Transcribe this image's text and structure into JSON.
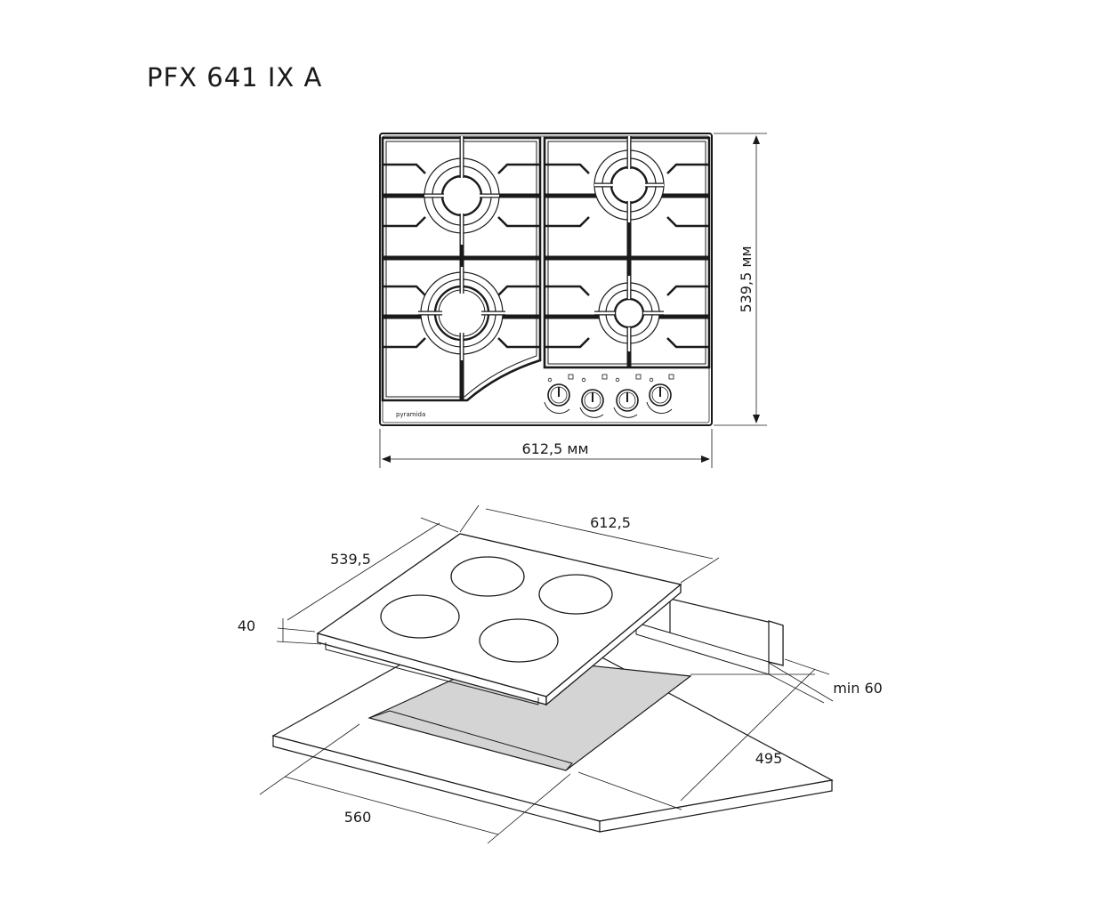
{
  "title": "PFX 641 IX A",
  "top_view": {
    "width_label": "612,5 мм",
    "height_label": "539,5 мм",
    "brand": "pyramida"
  },
  "iso_view": {
    "width_label": "612,5",
    "depth_label": "539,5",
    "height_label": "40",
    "min_gap_label": "min 60",
    "cutout_depth_label": "495",
    "cutout_width_label": "560"
  },
  "colors": {
    "line": "#1a1a1a",
    "cutout_fill": "#d4d4d4"
  }
}
